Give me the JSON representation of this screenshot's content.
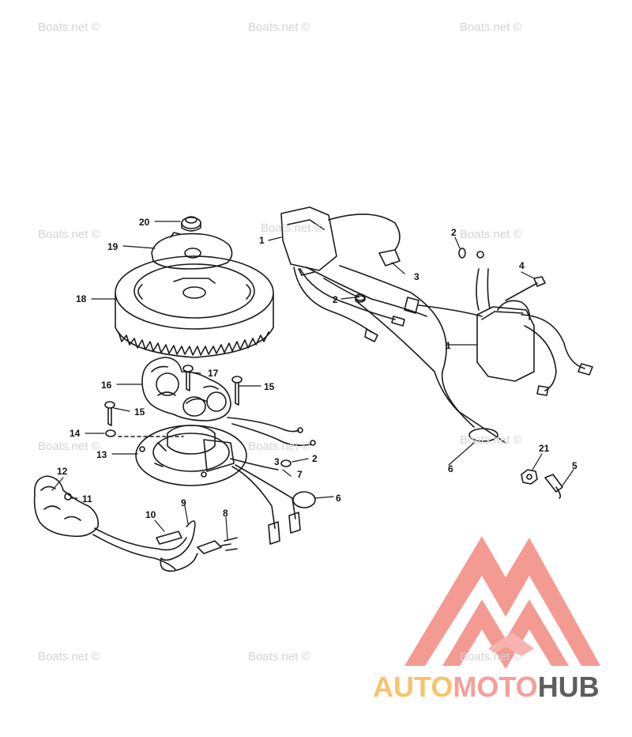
{
  "watermark": "Boats.net ©",
  "callouts": {
    "c1a": "1",
    "c1b": "1",
    "c2a": "2",
    "c2b": "2",
    "c2c": "2",
    "c3a": "3",
    "c3b": "3",
    "c4": "4",
    "c5": "5",
    "c6a": "6",
    "c6b": "6",
    "c7": "7",
    "c8": "8",
    "c9": "9",
    "c10": "10",
    "c11": "11",
    "c12": "12",
    "c13": "13",
    "c14": "14",
    "c15a": "15",
    "c15b": "15",
    "c16": "16",
    "c17": "17",
    "c18": "18",
    "c19": "19",
    "c20": "20",
    "c21": "21"
  },
  "logo": {
    "part1": "AUTO",
    "part2": "MOTO",
    "part3": "HUB",
    "color_primary": "#f4a09a",
    "color_secondary": "#f7c36b",
    "color_dark": "#5e5e5e"
  }
}
